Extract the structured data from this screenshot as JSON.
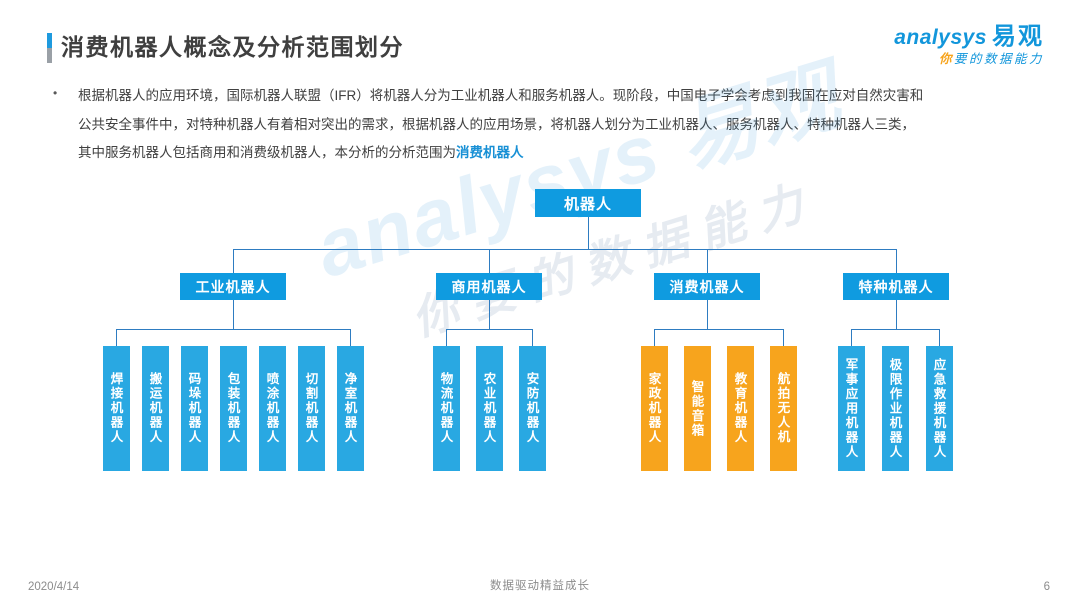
{
  "header": {
    "title": "消费机器人概念及分析范围划分"
  },
  "brand": {
    "name_en": "analysys",
    "name_cn": "易观",
    "tagline_first": "你",
    "tagline_rest": "要的数据能力"
  },
  "intro": {
    "bullet": "•",
    "line1": "根据机器人的应用环境，国际机器人联盟（IFR）将机器人分为工业机器人和服务机器人。现阶段，中国电子学会考虑到我国在应对自然灾害和",
    "line2": "公共安全事件中，对特种机器人有着相对突出的需求，根据机器人的应用场景，将机器人划分为工业机器人、服务机器人、特种机器人三类，",
    "line3_prefix": "其中服务机器人包括商用和消费级机器人，本分析的分析范围为",
    "line3_highlight": "消费机器人"
  },
  "watermark": {
    "line1": "analysys 易观",
    "line2": "你要的数据能力"
  },
  "tree": {
    "root": "机器人",
    "branches": [
      {
        "label": "工业机器人",
        "color": "blue",
        "children": [
          "焊接机器人",
          "搬运机器人",
          "码垛机器人",
          "包装机器人",
          "喷涂机器人",
          "切割机器人",
          "净室机器人"
        ]
      },
      {
        "label": "商用机器人",
        "color": "blue",
        "children": [
          "物流机器人",
          "农业机器人",
          "安防机器人"
        ]
      },
      {
        "label": "消费机器人",
        "color": "blue",
        "children": [
          "家政机器人",
          "智能音箱",
          "教育机器人",
          "航拍无人机"
        ]
      },
      {
        "label": "特种机器人",
        "color": "blue",
        "children": [
          "军事应用机器人",
          "极限作业机器人",
          "应急救援机器人"
        ]
      }
    ]
  },
  "colors": {
    "node_blue": "#0f9be0",
    "leaf_blue": "#29a8e2",
    "leaf_orange": "#f7a41d",
    "connector": "#2e7cc1",
    "highlight": "#1890d5"
  },
  "footer": {
    "date": "2020/4/14",
    "slogan": "数据驱动精益成长",
    "page": "6"
  }
}
